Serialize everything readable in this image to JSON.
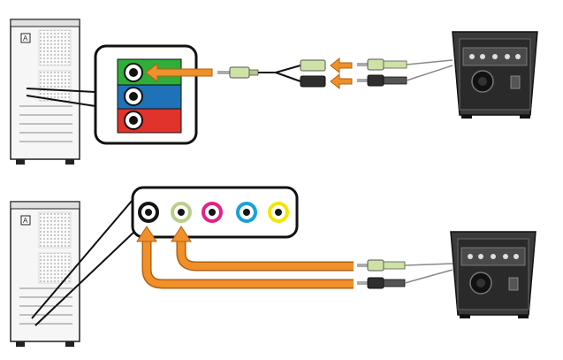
{
  "colors": {
    "arrow_orange": "#f0902a",
    "jack_green": "#2fae3a",
    "jack_blue": "#1f72b8",
    "jack_red": "#e2322c",
    "jack_black": "#141414",
    "jack_lime": "#b9cf8a",
    "jack_pink": "#e0228a",
    "jack_cyan": "#17a3d8",
    "jack_yellow": "#f3e600",
    "plug_green": "#cfe2a6",
    "plug_black": "#2e2e2e",
    "subwoofer": "#3a3a3a",
    "pc_case": "#f6f6f6"
  },
  "icons": {
    "pc_tower": "pc-tower-icon",
    "subwoofer": "subwoofer-icon",
    "audio_jack": "audio-jack-icon",
    "plug": "audio-plug-icon",
    "arrow": "arrow-left-icon"
  },
  "panel_top": {
    "jacks": [
      "green",
      "blue",
      "red"
    ],
    "connected": "green"
  },
  "panel_bottom": {
    "jacks": [
      "black",
      "lime",
      "pink",
      "cyan",
      "yellow"
    ],
    "connected": [
      "black",
      "lime"
    ]
  }
}
